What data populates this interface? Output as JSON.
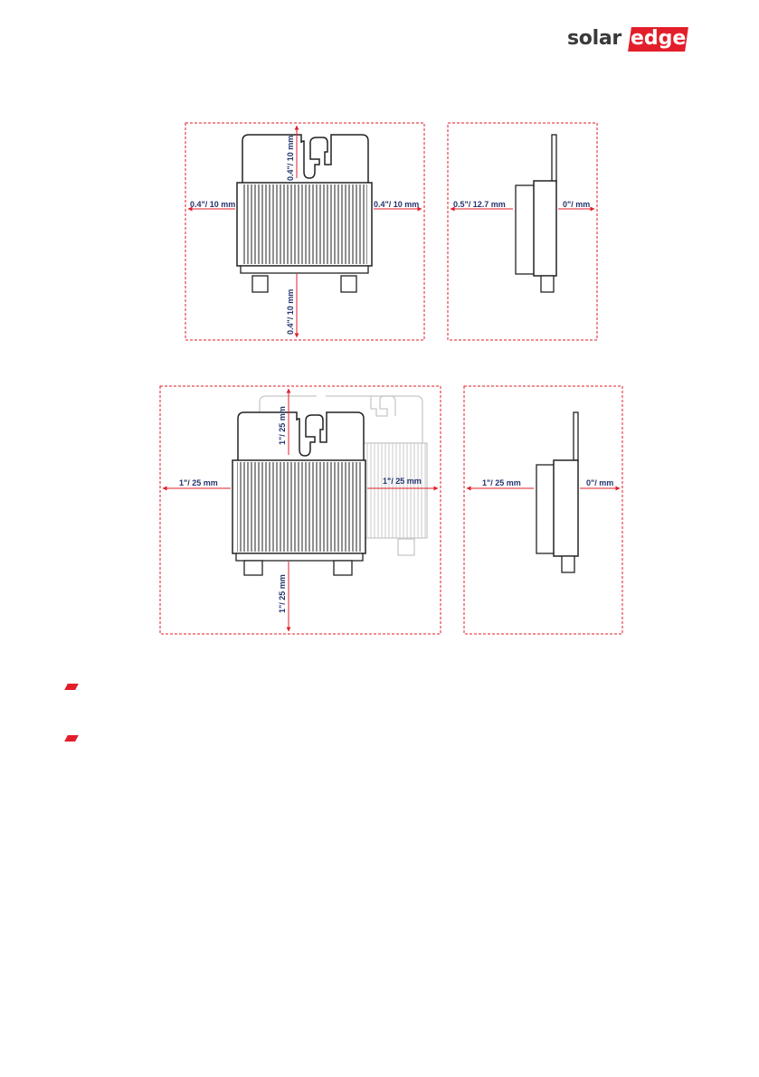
{
  "brand": {
    "logo_text_dark": "solar",
    "logo_text_light": "edge",
    "accent_color": "#e21e2a",
    "label_color": "#24356e"
  },
  "figure_top": {
    "front": {
      "top": "0.4\"/ 10 mm",
      "left": "0.4\"/ 10 mm",
      "right": "0.4\"/ 10 mm",
      "bottom": "0.4\"/ 10 mm"
    },
    "side": {
      "left": "0.5\"/ 12.7 mm",
      "right": "0\"/ mm"
    }
  },
  "figure_bottom": {
    "front": {
      "top": "1\"/ 25 mm",
      "left": "1\"/ 25 mm",
      "right": "1\"/ 25 mm",
      "bottom": "1\"/ 25 mm"
    },
    "side": {
      "left": "1\"/ 25 mm",
      "right": "0\"/ mm"
    }
  }
}
